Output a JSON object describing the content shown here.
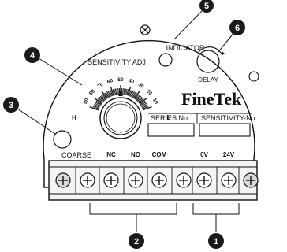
{
  "labels": {
    "indicator": "INDICATOR",
    "sensitivity_adj": "SENSITIVITY ADJ",
    "delay": "DELAY",
    "brand": "FineTek",
    "series_no": "SERIES No.",
    "sensitivity_no": "SENSITIVITY-No.",
    "coarse": "COARSE",
    "nc": "NC",
    "no": "NO",
    "com": "COM",
    "v0": "0V",
    "v24": "24V",
    "dial_h": "H",
    "dial_l": "L",
    "dial_triangle": "Δ"
  },
  "dial_scale": [
    "90",
    "80",
    "70",
    "60",
    "50",
    "40",
    "30",
    "20",
    "10"
  ],
  "callouts": [
    "1",
    "2",
    "3",
    "4",
    "5",
    "6"
  ],
  "colors": {
    "ink": "#111111",
    "badge": "#1a1a1a",
    "background": "#ffffff",
    "terminal_fill": "#e9e9e9"
  }
}
